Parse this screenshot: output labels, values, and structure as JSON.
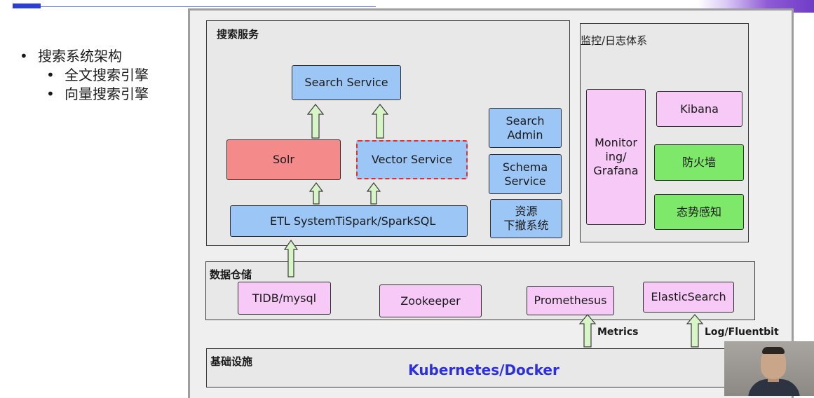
{
  "outline": {
    "main": "搜索系统架构",
    "sub_items": [
      "全文搜索引擎",
      "向量搜索引擎"
    ],
    "bullet": "•"
  },
  "search_service_section": {
    "title": "搜索服务",
    "search_service": "Search Service",
    "solr": "Solr",
    "vector_service": "Vector Service",
    "etl": "ETL SystemTiSpark/SparkSQL",
    "search_admin": "Search Admin",
    "schema_service": "Schema Service",
    "resource_offline": "资源\n下撤系统"
  },
  "monitoring_section": {
    "title": "监控/日志体系",
    "monitoring": "Monitor\ning/\nGrafana",
    "kibana": "Kibana",
    "firewall": "防火墙",
    "situational_awareness": "态势感知"
  },
  "data_warehouse_section": {
    "title": "数据仓储",
    "tidb": "TIDB/mysql",
    "zookeeper": "Zookeeper",
    "prometheus": "Promethesus",
    "elasticsearch": "ElasticSearch"
  },
  "infrastructure_section": {
    "title": "基础设施",
    "platform": "Kubernetes/Docker"
  },
  "edge_labels": {
    "metrics": "Metrics",
    "logs": "Log/Fluentbit"
  },
  "colors": {
    "service_box": "#9cc6f5",
    "solr_box": "#f48a8a",
    "storage_box": "#f6c9f6",
    "security_box": "#7de86a",
    "infra_text": "#2b2fe0",
    "dashed_border": "#e03030",
    "accent": "#2b3fd6"
  },
  "overlay": {
    "webcam": "presenter-webcam"
  }
}
